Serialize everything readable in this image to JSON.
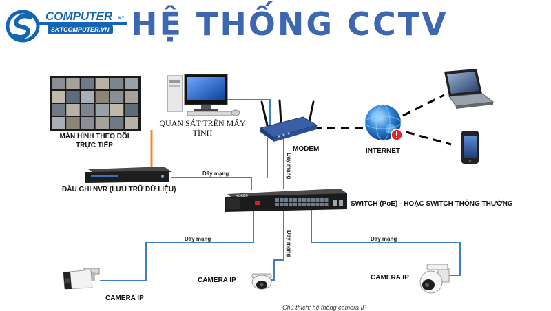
{
  "logo": {
    "line1": "COMPUTER",
    "line2": "SKTCOMPUTER.VN",
    "line3": "KY"
  },
  "title": "HỆ THỐNG CCTV",
  "labels": {
    "monitor": [
      "MÀN HÌNH THEO DÕI",
      "TRỰC TIẾP"
    ],
    "pc": [
      "QUAN SÁT TRÊN MÁY",
      "TÍNH"
    ],
    "modem": "MODEM",
    "internet": "INTERNET",
    "nvr": "ĐẦU GHI NVR (LƯU TRỮ DỮ LIỆU)",
    "switch": "SWITCH (PoE)  - HOẶC SWITCH THÔNG THƯỜNG",
    "camera_left": "CAMERA IP",
    "camera_mid": "CAMERA IP",
    "camera_right": "CAMERA IP",
    "switch_brand": "HORED"
  },
  "wires": {
    "nvr_switch": "Dây mạng",
    "modem_switch": "Dây mạng",
    "cam_left": "Dây mạng",
    "cam_mid": "Dây mạng",
    "cam_right": "Dây mạng"
  },
  "footnote": "Chú thích: hệ thống camera IP",
  "colors": {
    "title": "#3d67ae",
    "brand": "#1466b4",
    "blue_wire": "#3f7fc4",
    "orange_wire": "#f0892a",
    "internet_link": "#000000"
  }
}
